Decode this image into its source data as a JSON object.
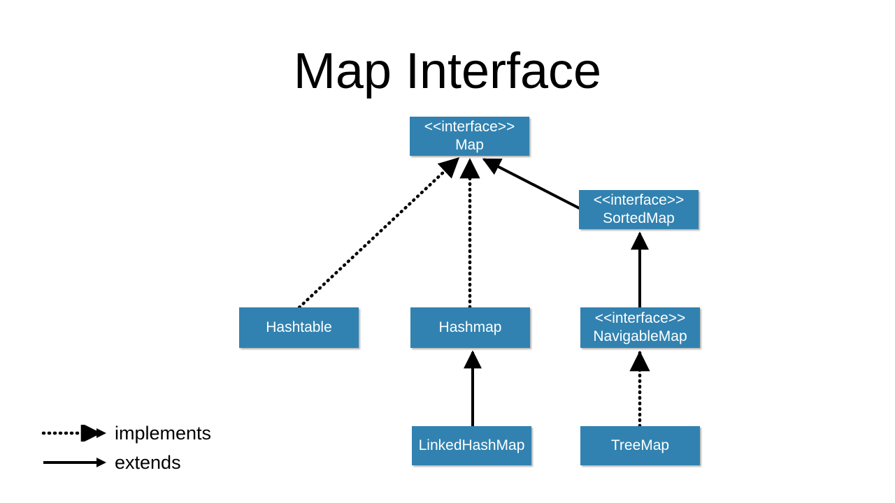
{
  "slide": {
    "title": "Map Interface",
    "background_color": "#ffffff",
    "node_fill_color": "#3182b0",
    "node_text_color": "#ffffff",
    "edge_color": "#000000"
  },
  "nodes": [
    {
      "id": "map",
      "stereotype": "<<interface>>",
      "name": "Map"
    },
    {
      "id": "sortedmap",
      "stereotype": "<<interface>>",
      "name": "SortedMap"
    },
    {
      "id": "hashtable",
      "stereotype": "",
      "name": "Hashtable"
    },
    {
      "id": "hashmap",
      "stereotype": "",
      "name": "Hashmap"
    },
    {
      "id": "navigablemap",
      "stereotype": "<<interface>>",
      "name": "NavigableMap"
    },
    {
      "id": "linkedhashmap",
      "stereotype": "",
      "name": "LinkedHashMap"
    },
    {
      "id": "treemap",
      "stereotype": "",
      "name": "TreeMap"
    }
  ],
  "edges": [
    {
      "from": "hashtable",
      "to": "map",
      "relation": "implements"
    },
    {
      "from": "hashmap",
      "to": "map",
      "relation": "implements"
    },
    {
      "from": "sortedmap",
      "to": "map",
      "relation": "extends"
    },
    {
      "from": "navigablemap",
      "to": "sortedmap",
      "relation": "extends"
    },
    {
      "from": "linkedhashmap",
      "to": "hashmap",
      "relation": "extends"
    },
    {
      "from": "treemap",
      "to": "navigablemap",
      "relation": "implements"
    }
  ],
  "legend": {
    "implements_label": "implements",
    "extends_label": "extends"
  }
}
